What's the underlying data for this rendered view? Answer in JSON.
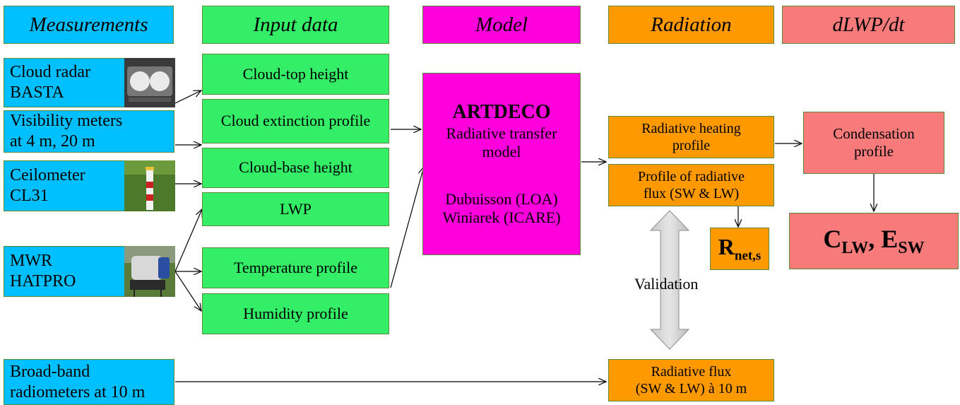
{
  "headers": {
    "measurements": "Measurements",
    "input_data": "Input data",
    "model": "Model",
    "radiation": "Radiation",
    "dlwp": "dLWP/dt"
  },
  "measurements": {
    "cloud_radar": [
      "Cloud radar",
      "BASTA"
    ],
    "visibility": [
      "Visibility meters",
      "at 4 m, 20 m"
    ],
    "ceilometer": [
      "Ceilometer",
      "CL31"
    ],
    "mwr": [
      "MWR",
      "HATPRO"
    ],
    "broadband": [
      "Broad-band",
      "radiometers at 10 m"
    ]
  },
  "inputs": {
    "cloud_top": "Cloud-top height",
    "extinction": "Cloud extinction profile",
    "cloud_base": "Cloud-base height",
    "lwp": "LWP",
    "temperature": "Temperature profile",
    "humidity": "Humidity profile"
  },
  "model": {
    "name": "ARTDECO",
    "desc": [
      "Radiative transfer",
      "model"
    ],
    "authors": [
      "Dubuisson (LOA)",
      "Winiarek (ICARE)"
    ]
  },
  "radiation": {
    "heating": [
      "Radiative heating",
      "profile"
    ],
    "flux_profile": [
      "Profile of radiative",
      "flux (SW & LW)"
    ],
    "rnet": {
      "main": "R",
      "sub": "net,s"
    },
    "flux_10m": [
      "Radiative flux",
      "(SW & LW) à 10 m"
    ],
    "validation": "Validation"
  },
  "dlwp": {
    "condensation": [
      "Condensation",
      "profile"
    ],
    "result": {
      "c": "C",
      "c_sub": "LW",
      "sep": ", ",
      "e": "E",
      "e_sub": "SW"
    }
  },
  "colors": {
    "measurements": "#00bfff",
    "input": "#33ee66",
    "model": "#ff00dd",
    "radiation": "#ff9900",
    "dlwp": "#f77b7b"
  },
  "icons": [
    "radar-photo",
    "ceilometer-photo",
    "mwr-photo",
    "validation-double-arrow-icon"
  ]
}
